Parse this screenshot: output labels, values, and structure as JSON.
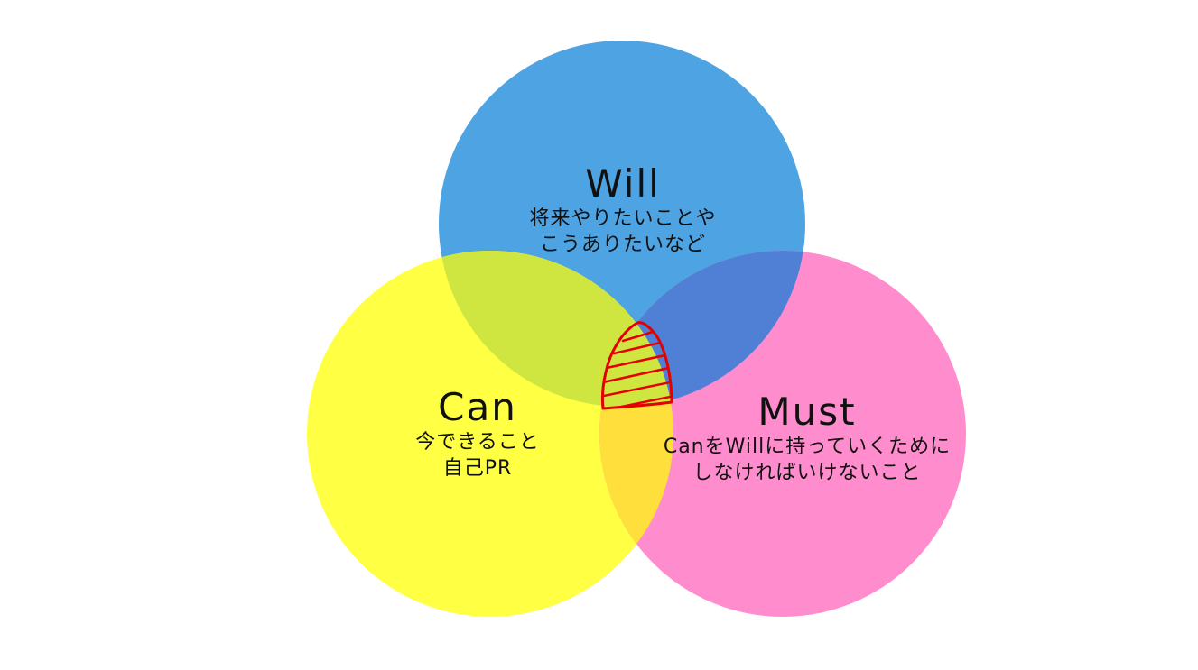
{
  "diagram": {
    "will": {
      "title": "Will",
      "desc_line1": "将来やりたいことや",
      "desc_line2": "こうありたいなど",
      "color": "#4ea3e3"
    },
    "can": {
      "title": "Can",
      "desc_line1": "今できること",
      "desc_line2": "自己PR",
      "color": "#ffff44"
    },
    "must": {
      "title": "Must",
      "desc_line1": "CanをWillに持っていくために",
      "desc_line2": "しなければいけないこと",
      "color": "#ff8dce"
    },
    "overlaps": {
      "will_can": "#d0e640",
      "will_must": "#5080d6",
      "can_must": "#ffdf3c",
      "center": "#d0e640"
    },
    "highlight": {
      "stroke_color": "#e50000"
    }
  }
}
